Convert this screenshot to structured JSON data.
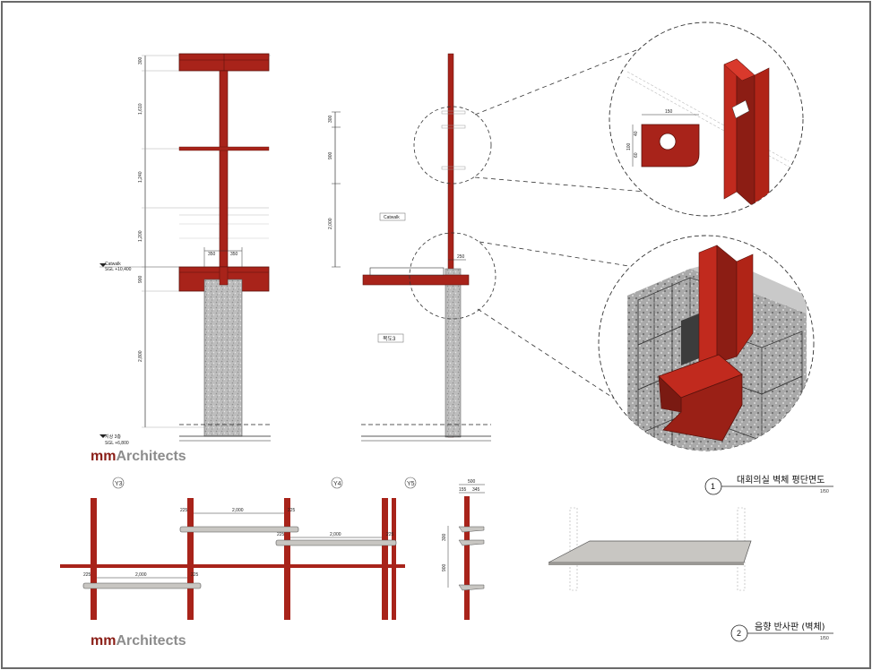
{
  "colors": {
    "steel_red": "#a8231a",
    "dark_red": "#7a1a12",
    "concrete": "#b9b9b9",
    "shelf_grey": "#c8c6c2",
    "logo_red": "#8a1d16",
    "logo_grey": "#8c8c8c"
  },
  "brand": {
    "mm": "mm",
    "architects": "Architects"
  },
  "elevation_dims": {
    "d1": "300",
    "d2": "1,610",
    "d3": "1,240",
    "d4": "1,200",
    "d5": "900",
    "d6": "2,800",
    "d7": "350",
    "d8": "350"
  },
  "elevation_levels": {
    "catwalk": "Catwalk",
    "catwalk_sgl": "SGL +10,400",
    "ground": "지상 3층",
    "ground_sgl": "SGL +6,800"
  },
  "section_dims": {
    "d1": "300",
    "d2": "900",
    "d3": "2,000",
    "d4": "250"
  },
  "section_tags": {
    "catwalk": "Catwalk",
    "room": "복도3"
  },
  "detail_dims": {
    "d1": "150",
    "d2": "100",
    "d3": "40",
    "d4": "60"
  },
  "plan": {
    "grid_labels": [
      "Y3",
      "Y4",
      "Y5"
    ],
    "spans": [
      "2,000",
      "2,000",
      "2,000"
    ],
    "offsets": [
      "225",
      "225",
      "225",
      "225",
      "225",
      "225"
    ]
  },
  "small_section_dims": {
    "d1": "500",
    "d2": "155",
    "d3": "345",
    "d4": "300",
    "d5": "900"
  },
  "drawings": [
    {
      "num": "1",
      "title": "대회의실 벽체 평단면도",
      "scale": "1/50"
    },
    {
      "num": "2",
      "title": "음향 반사판 (벽체)",
      "scale": "1/50"
    }
  ]
}
